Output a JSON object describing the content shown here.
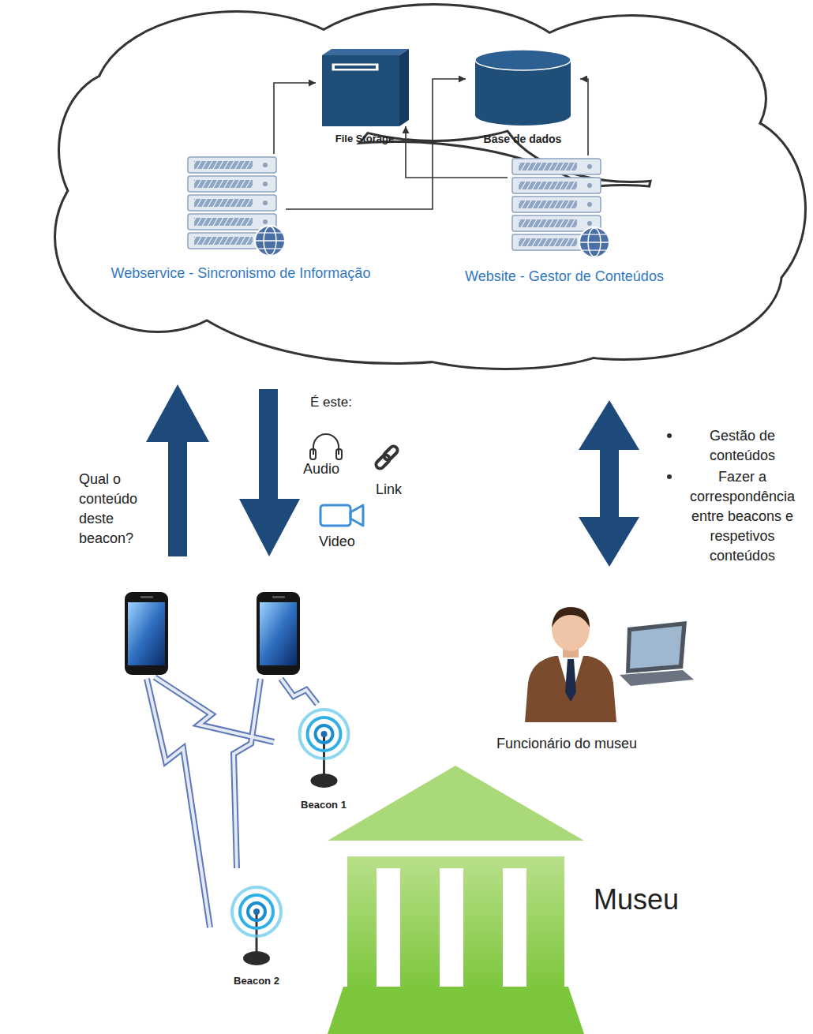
{
  "diagram": {
    "nodes": [
      {
        "text": [
          "File Storage"
        ]
      },
      {
        "text": [
          "Base de dados"
        ]
      },
      {
        "text": [
          "Webservice - Sincronismo de Informação"
        ]
      },
      {
        "text": [
          "Website - Gestor de Conteúdos"
        ]
      },
      {
        "text": [
          "Beacon 1"
        ]
      },
      {
        "text": [
          "Beacon 2"
        ]
      },
      {
        "text": [
          "Funcionário do museu"
        ]
      },
      {
        "text": [
          "Museu"
        ]
      }
    ],
    "edges": [
      {
        "from": 2,
        "to": 0,
        "arrow": "to"
      },
      {
        "from": 2,
        "to": 1,
        "arrow": "to"
      },
      {
        "from": 3,
        "to": 1,
        "arrow": "to"
      },
      {
        "from": 3,
        "to": 0,
        "arrow": "to"
      }
    ],
    "labels": [
      "Qual o conteúdo deste beacon?",
      "É este:",
      "Audio",
      "Link",
      "Video",
      "Gestão de conteúdos",
      "Fazer a correspondência entre beacons e respetivos conteúdos"
    ]
  }
}
